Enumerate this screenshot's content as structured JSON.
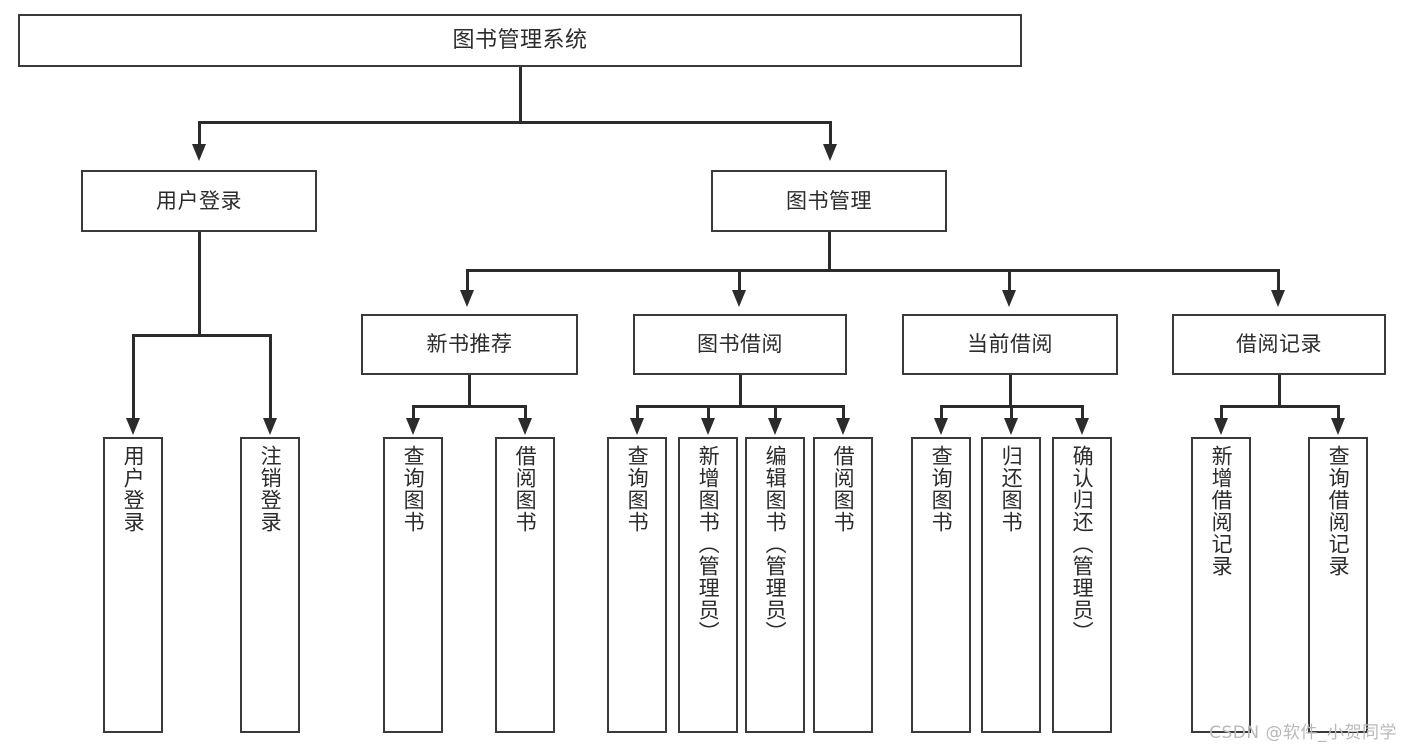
{
  "diagram": {
    "title": "图书管理系统",
    "root": {
      "label": "图书管理系统"
    },
    "level2": [
      {
        "label": "用户登录"
      },
      {
        "label": "图书管理"
      }
    ],
    "level3": [
      {
        "label": "新书推荐"
      },
      {
        "label": "图书借阅"
      },
      {
        "label": "当前借阅"
      },
      {
        "label": "借阅记录"
      }
    ],
    "leaves": {
      "user_login": [
        {
          "label": "用户登录"
        },
        {
          "label": "注销登录"
        }
      ],
      "new_book": [
        {
          "label": "查询图书"
        },
        {
          "label": "借阅图书"
        }
      ],
      "book_borrow": [
        {
          "label": "查询图书"
        },
        {
          "label": "新增图书（管理员）"
        },
        {
          "label": "编辑图书（管理员）"
        },
        {
          "label": "借阅图书"
        }
      ],
      "current_borrow": [
        {
          "label": "查询图书"
        },
        {
          "label": "归还图书"
        },
        {
          "label": "确认归还（管理员）"
        }
      ],
      "borrow_record": [
        {
          "label": "新增借阅记录"
        },
        {
          "label": "查询借阅记录"
        }
      ]
    }
  },
  "watermark": {
    "text": "CSDN @软件_小贺同学"
  },
  "colors": {
    "stroke": "#3a3a3a",
    "line": "#2b2b2b",
    "text": "#2b2b2b",
    "background": "#ffffff",
    "watermark": "#b9b9b9"
  }
}
